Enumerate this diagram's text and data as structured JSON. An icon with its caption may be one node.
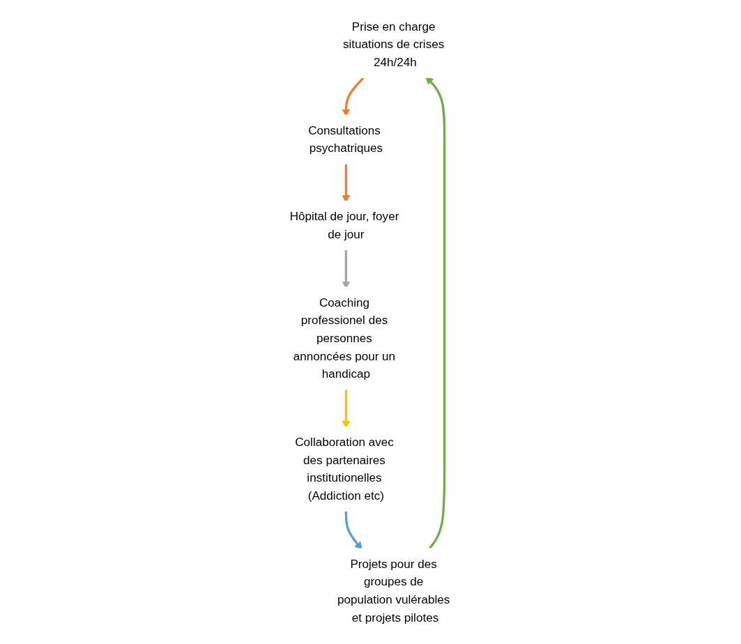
{
  "diagram": {
    "nodes": [
      {
        "text": [
          "Prise en charge situations de crises 24h/24h"
        ]
      },
      {
        "text": [
          "Consultations psychatriques"
        ]
      },
      {
        "text": [
          "Hôpital de jour, foyer de jour"
        ]
      },
      {
        "text": [
          "Coaching professionel des personnes annoncées pour un handicap"
        ]
      },
      {
        "text": [
          "Collaboration avec des partenaires institutionelles (Addiction etc)"
        ]
      },
      {
        "text": [
          "Projets pour des groupes de population vulérables et projets pilotes"
        ]
      }
    ],
    "edges": [
      {
        "from": 0,
        "to": 1,
        "arrow": "to",
        "color": "#ed7d31"
      },
      {
        "from": 1,
        "to": 2,
        "arrow": "to",
        "color": "#ed7d31"
      },
      {
        "from": 2,
        "to": 3,
        "arrow": "to",
        "color": "#a5a5a5"
      },
      {
        "from": 3,
        "to": 4,
        "arrow": "to",
        "color": "#ffc000"
      },
      {
        "from": 4,
        "to": 5,
        "arrow": "to",
        "color": "#5b9bd5"
      },
      {
        "from": 5,
        "to": 0,
        "arrow": "to",
        "color": "#70ad47"
      }
    ]
  }
}
